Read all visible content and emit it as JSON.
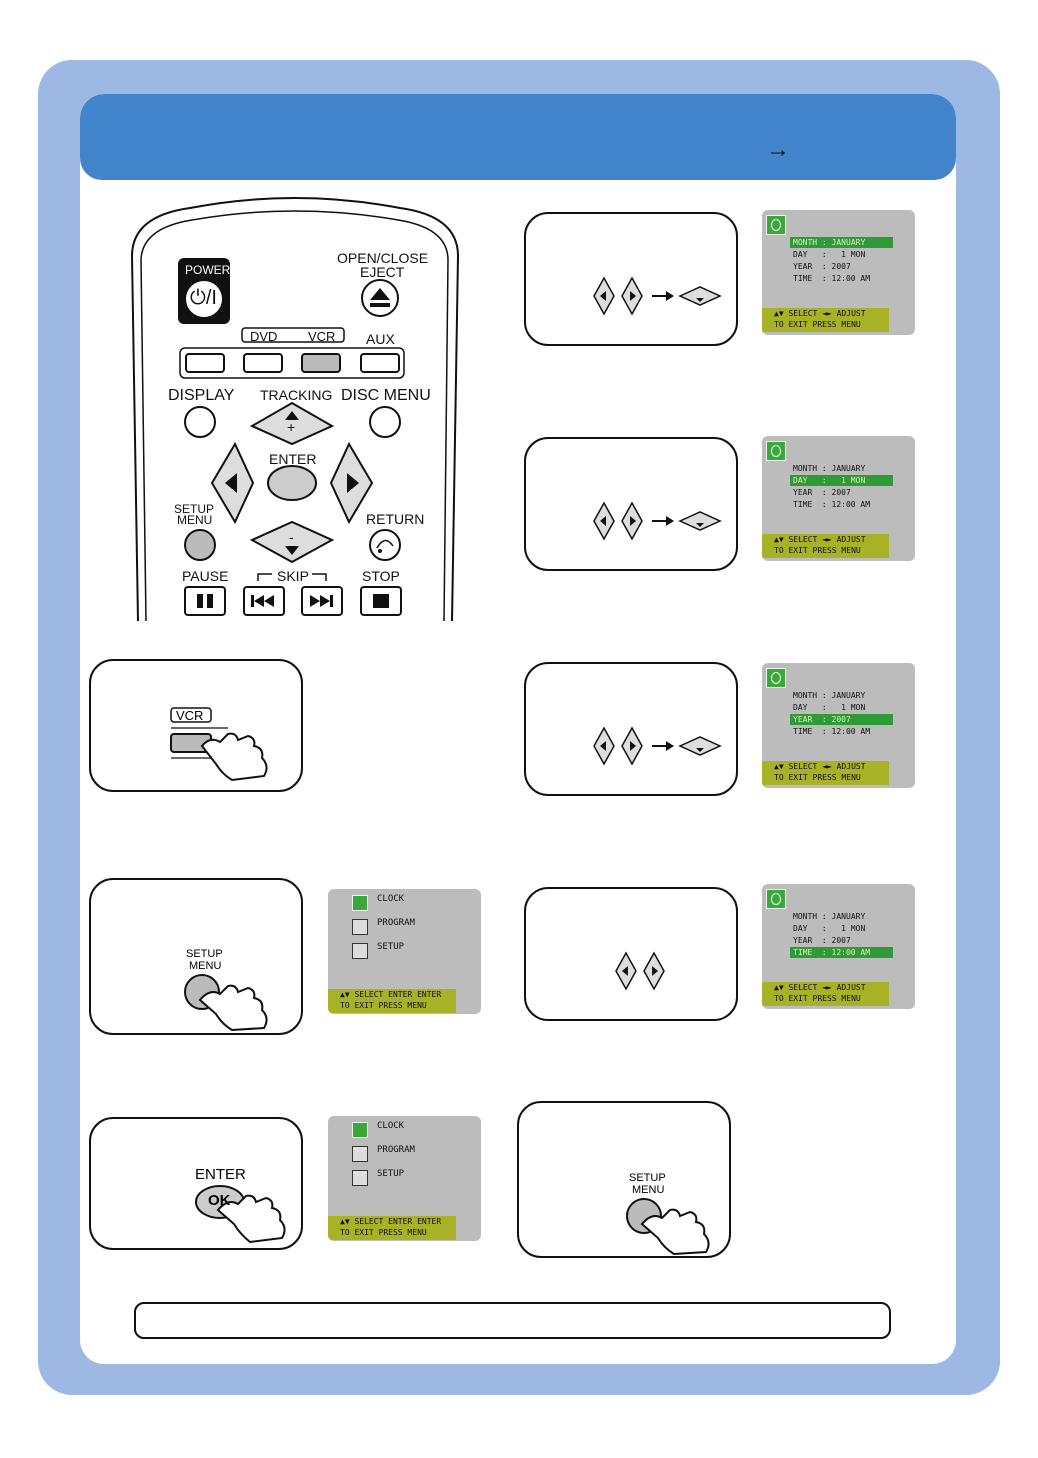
{
  "header": {
    "arrow": "→"
  },
  "remote": {
    "power": "POWER",
    "power_symbol": "⏻/I",
    "open_close": "OPEN/CLOSE",
    "eject": "EJECT",
    "dvd": "DVD",
    "vcr": "VCR",
    "aux": "AUX",
    "display": "DISPLAY",
    "tracking": "TRACKING",
    "disc_menu": "DISC MENU",
    "enter": "ENTER",
    "setup": "SETUP",
    "menu": "MENU",
    "return": "RETURN",
    "pause": "PAUSE",
    "skip": "SKIP",
    "stop": "STOP",
    "plus": "+",
    "minus": "-"
  },
  "steps": {
    "vcr_label": "VCR",
    "setup_label_1": "SETUP",
    "setup_label_2": "MENU",
    "enter_label": "ENTER",
    "ok_label": "OK"
  },
  "setup_menu_osd": {
    "items": [
      "CLOCK",
      "PROGRAM",
      "SETUP"
    ],
    "footer_line1": "▲▼ SELECT ENTER ENTER",
    "footer_line2": "TO EXIT PRESS MENU"
  },
  "clock_osd": {
    "rows": [
      {
        "label": "MONTH",
        "value": "JANUARY"
      },
      {
        "label": "DAY",
        "value": "1 MON"
      },
      {
        "label": "YEAR",
        "value": "2007"
      },
      {
        "label": "TIME",
        "value": "12:00 AM"
      }
    ],
    "footer_line1": "▲▼ SELECT ◄► ADJUST",
    "footer_line2": "TO EXIT PRESS MENU"
  }
}
